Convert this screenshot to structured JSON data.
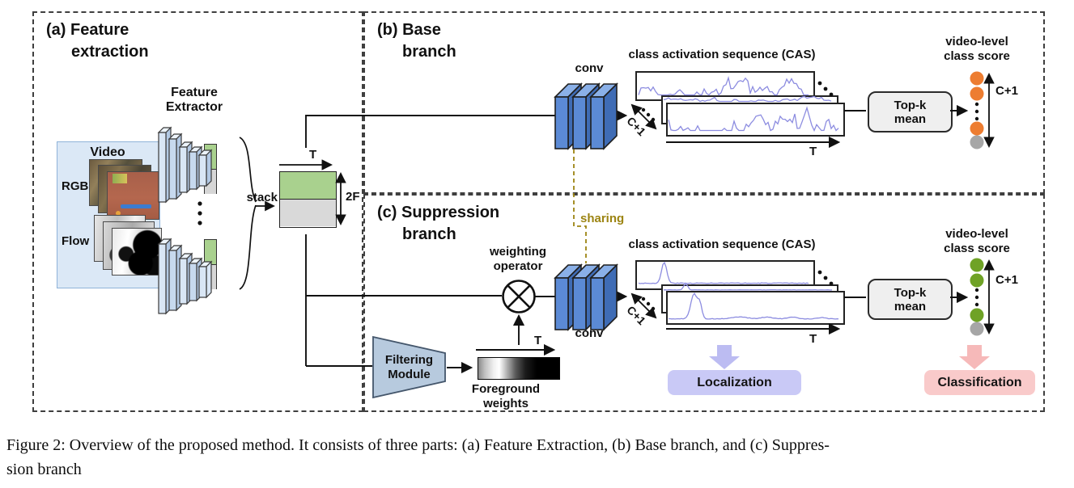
{
  "figure": {
    "panel_a": {
      "label1": "(a) Feature",
      "label2": "extraction",
      "video_title": "Video",
      "rgb_label": "RGB",
      "flow_label": "Flow",
      "extractor_label1": "Feature",
      "extractor_label2": "Extractor",
      "stack_label": "stack",
      "matrix_t": "T",
      "matrix_2f": "2F"
    },
    "panel_b": {
      "label1": "(b) Base",
      "label2": "branch",
      "conv_label": "conv",
      "cas_title": "class activation sequence (CAS)",
      "cas_c1": "C+1",
      "cas_t": "T",
      "topk1": "Top-k",
      "topk2": "mean",
      "score_title1": "video-level",
      "score_title2": "class score",
      "score_c1": "C+1"
    },
    "panel_c": {
      "label1": "(c) Suppression",
      "label2": "branch",
      "sharing_label": "sharing",
      "weighting1": "weighting",
      "weighting2": "operator",
      "conv_label": "conv",
      "cas_title": "class activation sequence (CAS)",
      "cas_c1": "C+1",
      "cas_t": "T",
      "topk1": "Top-k",
      "topk2": "mean",
      "score_title1": "video-level",
      "score_title2": "class score",
      "score_c1": "C+1",
      "filtering1": "Filtering",
      "filtering2": "Module",
      "fg_t": "T",
      "fg_label": "Foreground weights",
      "localization_label": "Localization",
      "classification_label": "Classification"
    },
    "caption": {
      "line1": "Figure 2: Overview of the proposed method. It consists of three parts: (a) Feature Extraction, (b) Base branch, and (c) Suppres-",
      "line2": "sion branch"
    },
    "colors": {
      "conv_blue": "#5b8ad5",
      "matrix_green": "#a9d18e",
      "matrix_gray": "#d9d9d9",
      "score_orange": "#ed7d31",
      "score_green": "#6fa226",
      "score_gray": "#a6a6a6",
      "localization_bg": "#c9c9f6",
      "classification_bg": "#f9caca",
      "sharing_gold": "#9c8412",
      "signal_purple": "#8c8ce0",
      "video_panel_bg": "#dbe8f6"
    }
  }
}
